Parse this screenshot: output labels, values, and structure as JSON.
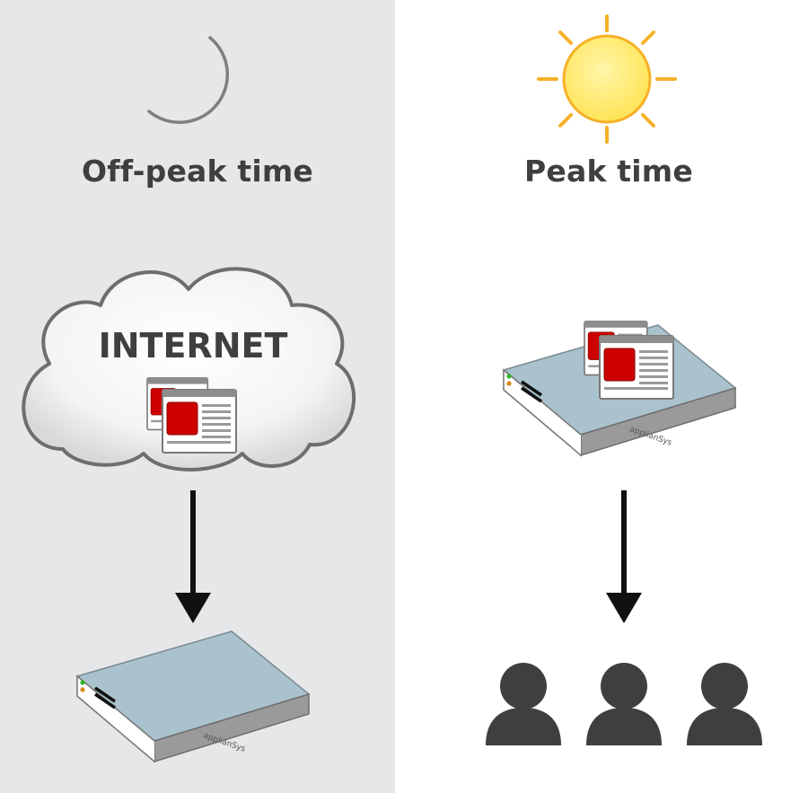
{
  "panels": {
    "off_peak": {
      "label": "Off-peak time",
      "icon": "moon-icon",
      "source_label": "INTERNET"
    },
    "peak": {
      "label": "Peak time",
      "icon": "sun-icon"
    }
  },
  "appliance": {
    "brand": "applianSys"
  },
  "colors": {
    "left_background": "#e6e7e9",
    "right_background": "#ffffff",
    "text": "#3f3f3f",
    "sun_fill": "#ffeb66",
    "sun_rays": "#f6b128",
    "document_accent": "#cc0000",
    "appliance_top": "#a9c2cd",
    "user_silhouette": "#3f3f3f"
  },
  "users": [
    "user",
    "user",
    "user"
  ]
}
